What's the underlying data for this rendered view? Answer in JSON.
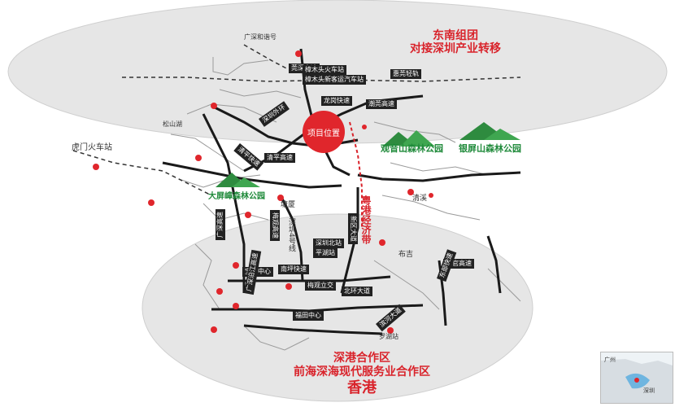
{
  "colors": {
    "region_fill": "#e6e6e6",
    "region_stroke": "#c8c8c8",
    "region_text": "#d9232b",
    "road_dark": "#1a1a1a",
    "label_box": "#222222",
    "label_text": "#ffffff",
    "red_dot": "#e0262c",
    "forest": "#2e8b3f",
    "forest_text": "#1f8a3a",
    "minor_text": "#555555",
    "highlight": "#d9232b"
  },
  "regions": {
    "north_line1": "东南组团",
    "north_line2": "对接深圳产业转移",
    "south_line1": "深港合作区",
    "south_line2": "前海深海现代服务业合作区",
    "south_line3": "香港"
  },
  "project": {
    "label": "项目位置"
  },
  "corridor": {
    "label": "粤港经济带"
  },
  "forests": [
    "观音山森林公园",
    "银屏山森林公园",
    "大屏嶂森林公园"
  ],
  "roads": [
    {
      "label": "莞深高速"
    },
    {
      "label": "深圳外环"
    },
    {
      "label": "樟木头火车站"
    },
    {
      "label": "樟木头新客运汽车站"
    },
    {
      "label": "龙岗快速"
    },
    {
      "label": "潮莞高速"
    },
    {
      "label": "清平高速"
    },
    {
      "label": "深圳北站"
    },
    {
      "label": "平湖站"
    },
    {
      "label": "南坪快速"
    },
    {
      "label": "梅观立交"
    },
    {
      "label": "宝安中心"
    },
    {
      "label": "北环大道"
    },
    {
      "label": "福田中心"
    },
    {
      "label": "滨河大道"
    },
    {
      "label": "水官高速"
    },
    {
      "label": "东部快速"
    },
    {
      "label": "梅观高速"
    },
    {
      "label": "新区大道"
    },
    {
      "label": "广深高速"
    },
    {
      "label": "清平快速"
    },
    {
      "label": "广深沿江高速"
    },
    {
      "label": "惠莞轻轨"
    }
  ],
  "places": [
    {
      "label": "广深和谐号"
    },
    {
      "label": "虎门火车站"
    },
    {
      "label": "清溪"
    },
    {
      "label": "塘厦"
    },
    {
      "label": "布吉"
    },
    {
      "label": "松山湖"
    },
    {
      "label": "罗湖站"
    },
    {
      "label": "深圳4号线"
    }
  ],
  "inset": {
    "label1": "广州",
    "label2": "深圳"
  }
}
